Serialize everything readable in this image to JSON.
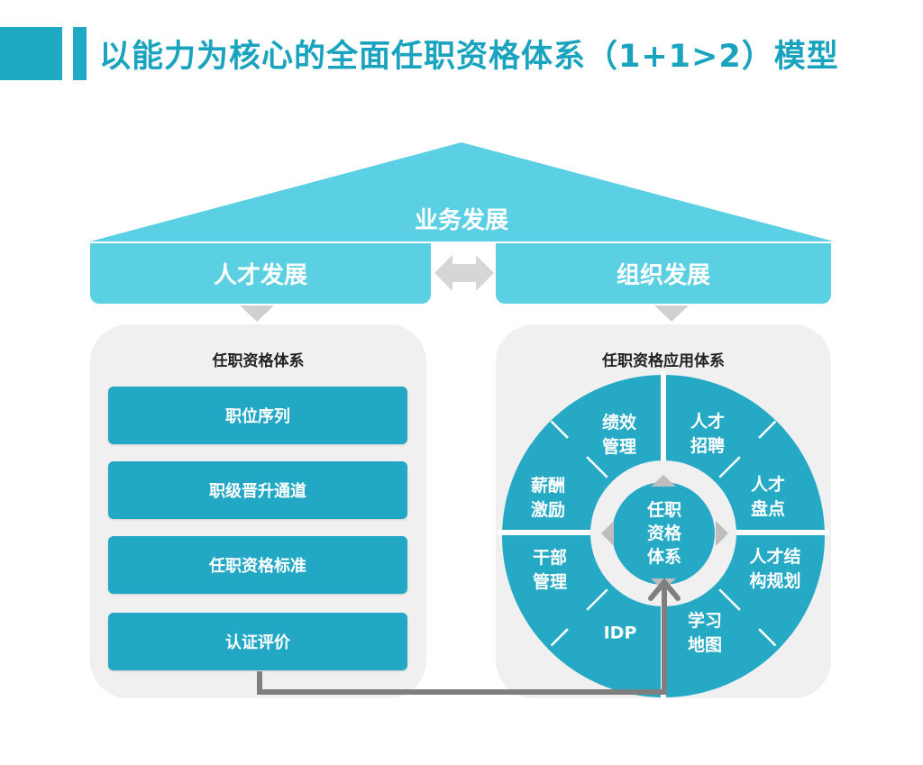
{
  "title": "以能力为核心的全面任职资格体系（1+1>2）模型",
  "roof_label": "业务发展",
  "left_header": "人才发展",
  "right_header": "组织发展",
  "left_panel": {
    "title": "任职资格体系",
    "items": [
      "职位序列",
      "职级晋升通道",
      "任职资格标准",
      "认证评价"
    ]
  },
  "right_panel": {
    "title": "任职资格应用体系",
    "center": "任职\n资格\n体系",
    "segments": [
      "绩效\n管理",
      "人才\n招聘",
      "人才\n盘点",
      "人才结\n构规划",
      "学习\n地图",
      "IDP",
      "干部\n管理",
      "薪酬\n激励"
    ]
  },
  "colors": {
    "accent": "#1aa3bf",
    "light": "#5bd0e3",
    "item": "#22a8c4",
    "panel": "#f0f0f0",
    "arrow": "#7f7f7f"
  }
}
